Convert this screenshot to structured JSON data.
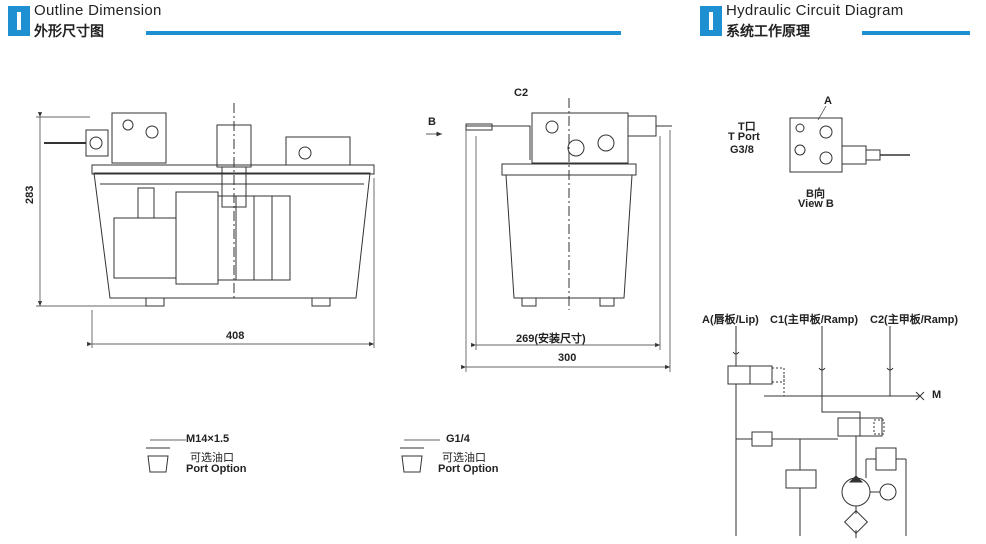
{
  "header_left": {
    "title_en": "Outline Dimension",
    "title_zh": "外形尺寸图"
  },
  "header_right": {
    "title_en": "Hydraulic Circuit Diagram",
    "title_zh": "系统工作原理"
  },
  "dimensions": {
    "height": "283",
    "front_width": "408",
    "side_install": "269(安装尺寸)",
    "side_width": "300",
    "c2_label": "C2",
    "b_label": "B"
  },
  "port_options": [
    {
      "thread": "M14×1.5",
      "zh": "可选油口",
      "en": "Port Option"
    },
    {
      "thread": "G1/4",
      "zh": "可选油口",
      "en": "Port Option"
    }
  ],
  "circuit": {
    "t_port_zh": "T口",
    "t_port_en": "T Port",
    "t_port_size": "G3/8",
    "a_label": "A",
    "view_zh": "B向",
    "view_en": "View B",
    "port_a": "A(唇板/Lip)",
    "port_c1": "C1(主甲板/Ramp)",
    "port_c2": "C2(主甲板/Ramp)",
    "m_label": "M"
  },
  "colors": {
    "accent": "#1e8fd0",
    "line": "#333333"
  }
}
